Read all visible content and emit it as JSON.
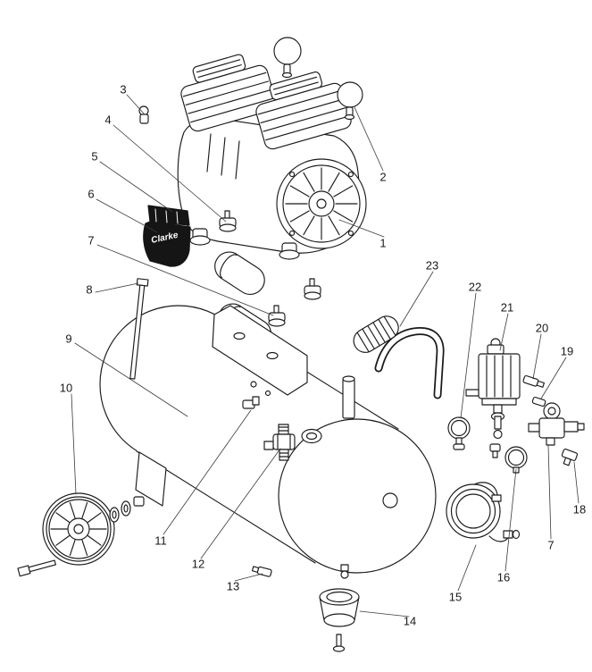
{
  "diagram": {
    "brand_label": "Clarke",
    "part_labels": [
      "3",
      "4",
      "5",
      "6",
      "7",
      "8",
      "9",
      "10",
      "2",
      "1",
      "23",
      "22",
      "21",
      "20",
      "19",
      "18",
      "7",
      "16",
      "15",
      "14",
      "13",
      "12",
      "11"
    ]
  }
}
